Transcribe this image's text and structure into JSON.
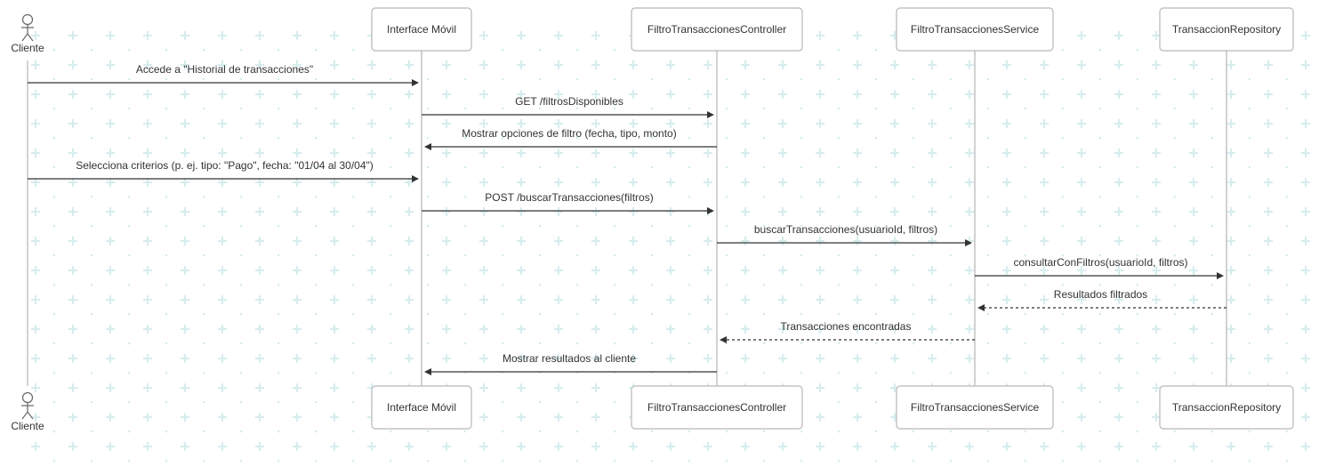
{
  "colors": {
    "background": "#ffffff",
    "grid_plus": "#d7ecec",
    "lifeline": "#c4c4c4",
    "box_border": "#b8b8b8",
    "arrow": "#333333",
    "text": "#333333"
  },
  "participants": [
    {
      "id": "cliente",
      "kind": "actor",
      "label": "Cliente"
    },
    {
      "id": "ui",
      "kind": "box",
      "label": "Interface Móvil"
    },
    {
      "id": "ctrl",
      "kind": "box",
      "label": "FiltroTransaccionesController"
    },
    {
      "id": "svc",
      "kind": "box",
      "label": "FiltroTransaccionesService"
    },
    {
      "id": "repo",
      "kind": "box",
      "label": "TransaccionRepository"
    }
  ],
  "messages": [
    {
      "from": "cliente",
      "to": "ui",
      "label": "Accede a \"Historial de transacciones\"",
      "style": "sync"
    },
    {
      "from": "ui",
      "to": "ctrl",
      "label": "GET /filtrosDisponibles",
      "style": "sync"
    },
    {
      "from": "ctrl",
      "to": "ui",
      "label": "Mostrar opciones de filtro (fecha, tipo, monto)",
      "style": "sync"
    },
    {
      "from": "cliente",
      "to": "ui",
      "label": "Selecciona criterios (p. ej. tipo: \"Pago\", fecha: \"01/04 al 30/04\")",
      "style": "sync"
    },
    {
      "from": "ui",
      "to": "ctrl",
      "label": "POST /buscarTransacciones(filtros)",
      "style": "sync"
    },
    {
      "from": "ctrl",
      "to": "svc",
      "label": "buscarTransacciones(usuarioId, filtros)",
      "style": "sync"
    },
    {
      "from": "svc",
      "to": "repo",
      "label": "consultarConFiltros(usuarioId, filtros)",
      "style": "sync"
    },
    {
      "from": "repo",
      "to": "svc",
      "label": "Resultados filtrados",
      "style": "return"
    },
    {
      "from": "svc",
      "to": "ctrl",
      "label": "Transacciones encontradas",
      "style": "return"
    },
    {
      "from": "ctrl",
      "to": "ui",
      "label": "Mostrar resultados al cliente",
      "style": "sync"
    }
  ]
}
